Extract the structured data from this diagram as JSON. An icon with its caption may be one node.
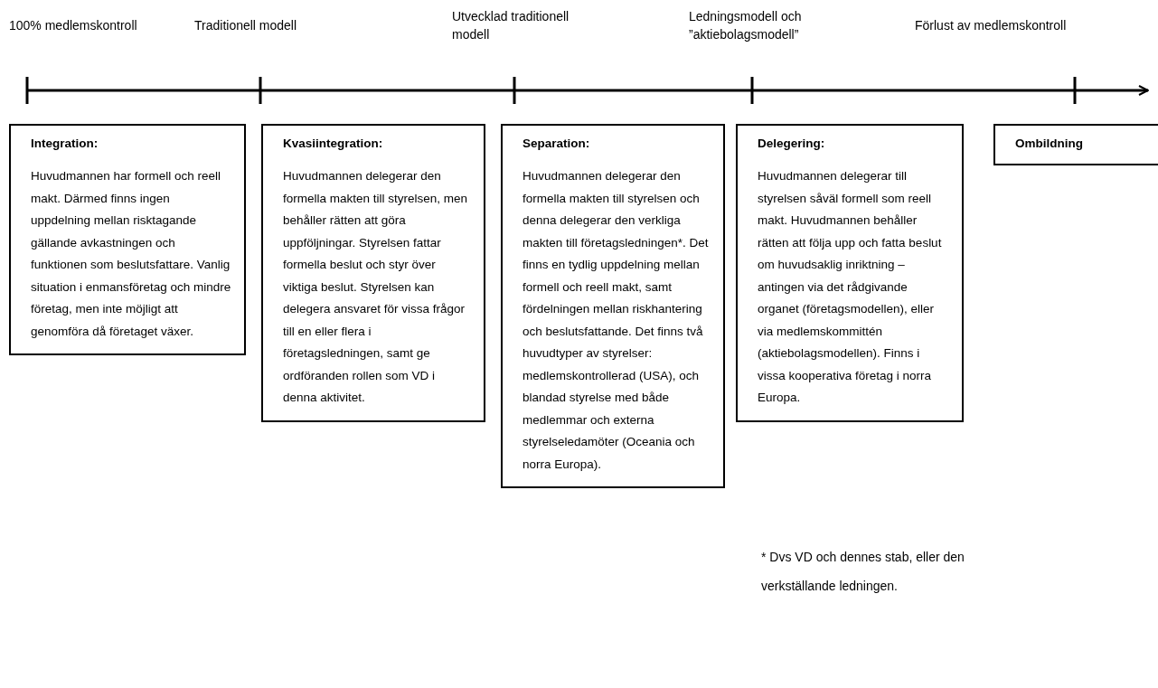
{
  "diagram": {
    "nodes": [
      {
        "text": [
          "Integration:",
          "Huvudmannen har formell och reell makt. Därmed finns ingen uppdelning mellan risktagande gällande avkastningen och funktionen som beslutsfattare. Vanlig situation i enmansföretag och mindre företag, men inte möjligt att genomföra då företaget växer."
        ]
      },
      {
        "text": [
          "Kvasiintegration:",
          "Huvudmannen delegerar den formella makten till styrelsen, men behåller rätten att göra uppföljningar. Styrelsen fattar formella beslut och styr över viktiga beslut. Styrelsen kan delegera ansvaret för vissa frågor till en eller flera i företagsledningen, samt ge ordföranden rollen som VD i denna aktivitet."
        ]
      },
      {
        "text": [
          "Separation:",
          "Huvudmannen delegerar den formella makten till styrelsen och denna delegerar den verkliga makten till företagsledningen*. Det finns en tydlig uppdelning mellan formell och reell makt, samt fördelningen mellan riskhantering och beslutsfattande. Det finns två huvudtyper av styrelser: medlemskontrollerad (USA), och blandad styrelse med både medlemmar och externa styrelseledamöter (Oceania och norra Europa)."
        ]
      },
      {
        "text": [
          "Delegering:",
          "Huvudmannen delegerar till styrelsen såväl formell som reell makt. Huvudmannen behåller rätten att följa upp och fatta beslut om huvudsaklig inriktning – antingen via det rådgivande organet (företagsmodellen), eller via medlemskommittén (aktiebolagsmodellen). Finns i vissa kooperativa företag i norra Europa."
        ]
      },
      {
        "text": [
          "Ombildning"
        ]
      }
    ],
    "labels": [
      "100% medlemskontroll",
      "Traditionell modell",
      "Utvecklad traditionell modell",
      "Ledningsmodell och ”aktiebolagsmodell”",
      "Förlust av medlemskontroll",
      "* Dvs VD och dennes stab, eller den verkställande ledningen."
    ]
  }
}
